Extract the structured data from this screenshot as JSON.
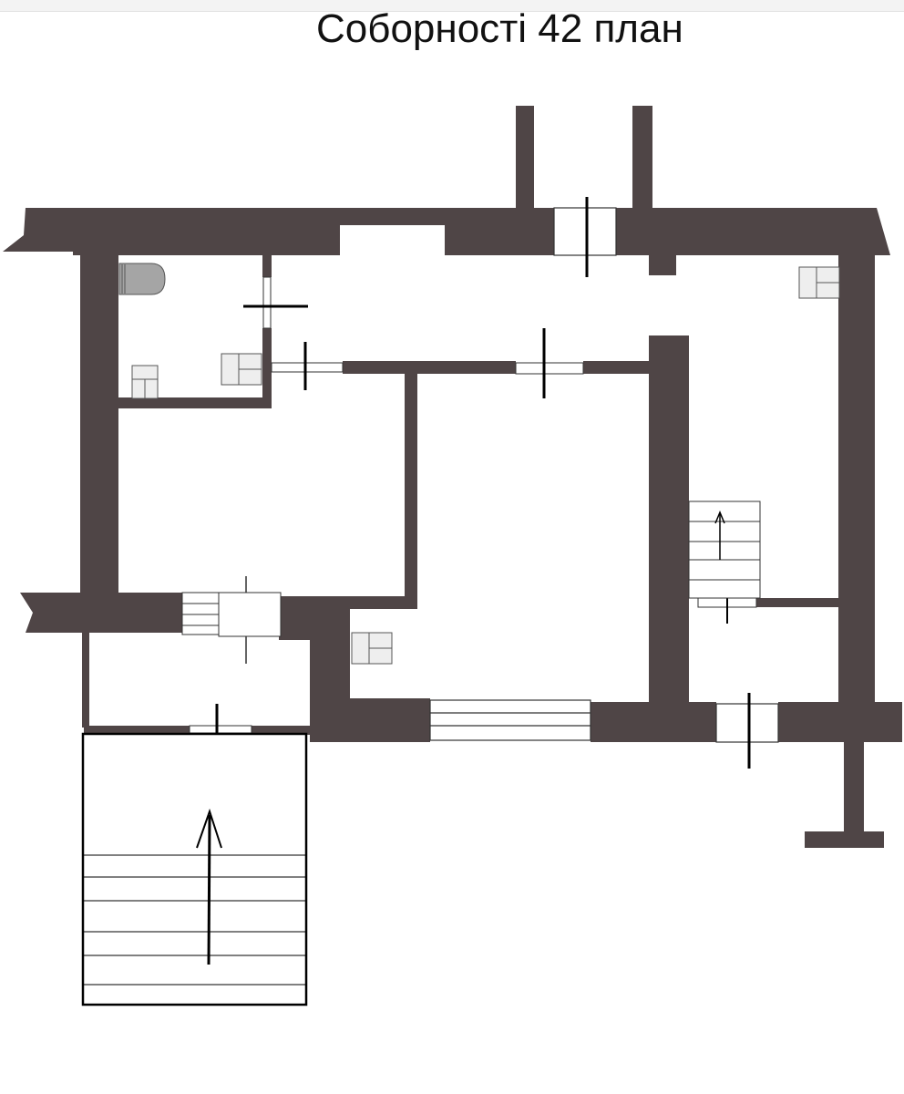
{
  "title": "Соборності 42 план",
  "colors": {
    "wall": "#4f4546",
    "background": "#ffffff",
    "line": "#000000",
    "fixture_fill": "#eeeeee",
    "wc_fill": "#a5a5a5"
  },
  "elements": {
    "doors": 9,
    "windows": 3,
    "staircases": 3,
    "fixtures": [
      "toilet",
      "sink",
      "radiator",
      "radiator",
      "radiator",
      "radiator"
    ]
  }
}
